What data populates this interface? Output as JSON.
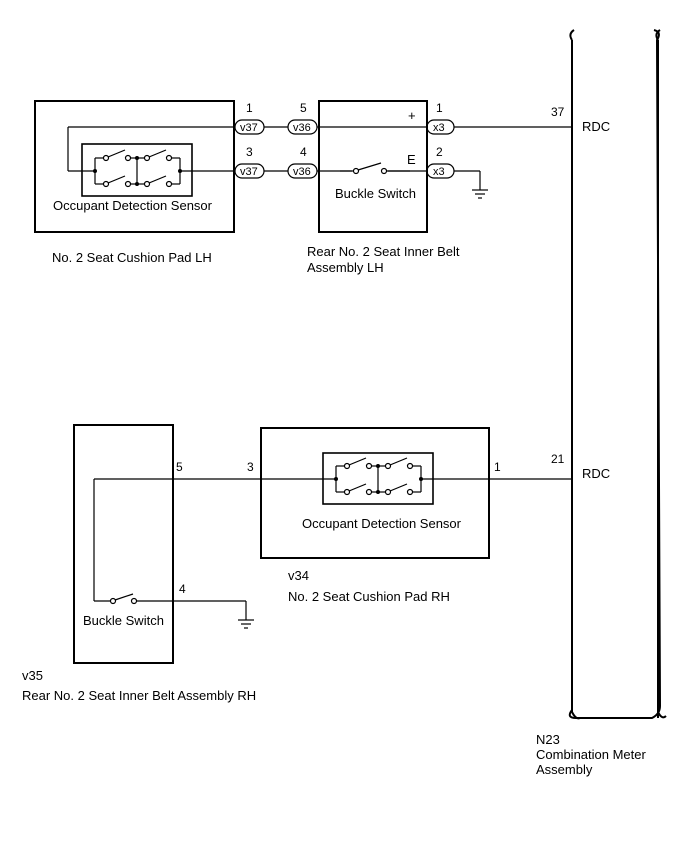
{
  "lh_cushion": {
    "sensor_label": "Occupant Detection Sensor",
    "title": "No. 2 Seat Cushion Pad LH"
  },
  "lh_belt": {
    "switch_label": "Buckle Switch",
    "title_line1": "Rear No. 2 Seat Inner Belt",
    "title_line2": "Assembly LH",
    "plus": "+",
    "e": "E"
  },
  "connectors": {
    "v37": "v37",
    "v36": "v36",
    "x3": "x3"
  },
  "pins_lh": {
    "v37_a": "1",
    "v36_a": "5",
    "x3_a": "1",
    "v37_b": "3",
    "v36_b": "4",
    "x3_b": "2",
    "meter_a": "37"
  },
  "meter": {
    "rdc_a": "RDC",
    "rdc_b": "RDC",
    "pin_b": "21",
    "code": "N23",
    "title_line1": "Combination Meter",
    "title_line2": "Assembly"
  },
  "rh_belt": {
    "switch_label": "Buckle Switch",
    "pin_top": "5",
    "pin_bottom": "4",
    "code": "v35",
    "title": "Rear No. 2 Seat Inner Belt Assembly RH"
  },
  "rh_cushion": {
    "sensor_label": "Occupant Detection Sensor",
    "pin_left": "3",
    "pin_right": "1",
    "code": "v34",
    "title": "No. 2 Seat Cushion Pad RH"
  }
}
